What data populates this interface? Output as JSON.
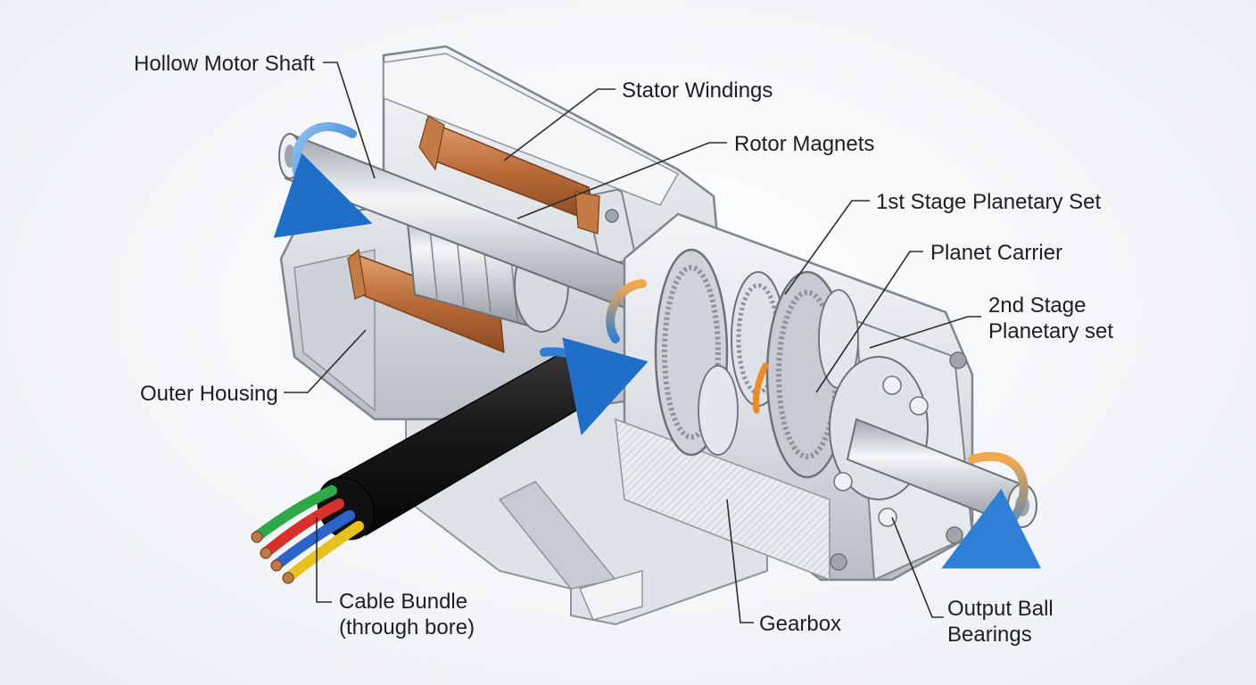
{
  "labels": {
    "hollow_motor_shaft": "Hollow Motor Shaft",
    "stator_windings": "Stator Windings",
    "rotor_magnets": "Rotor Magnets",
    "stage1_planetary": "1st Stage Planetary Set",
    "planet_carrier": "Planet Carrier",
    "stage2_planetary_line1": "2nd Stage",
    "stage2_planetary_line2": "Planetary set",
    "outer_housing": "Outer Housing",
    "cable_bundle_line1": "Cable Bundle",
    "cable_bundle_line2": "(through bore)",
    "gearbox": "Gearbox",
    "output_bearings_line1": "Output Ball",
    "output_bearings_line2": "Bearings"
  },
  "colors": {
    "housing": "#e3e6ea",
    "housing_shade": "#b9bec5",
    "copper": "#c07a45",
    "shaft": "#cfd4da",
    "cable_jacket": "#1b1b1b",
    "arrow_blue": "#2f7fd6",
    "arrow_orange": "#f08a24",
    "wire_green": "#2fa84a",
    "wire_red": "#d9302b",
    "wire_blue": "#2a63c9",
    "wire_yellow": "#e7c21e"
  }
}
